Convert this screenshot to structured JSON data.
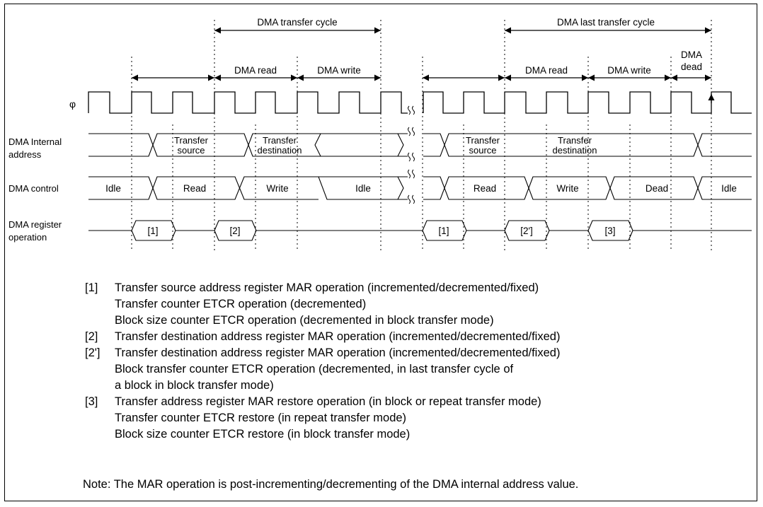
{
  "ranges": {
    "dma_transfer_cycle": "DMA transfer cycle",
    "dma_last_transfer_cycle": "DMA last transfer cycle",
    "dma_read": "DMA read",
    "dma_write": "DMA write",
    "dma_read_2": "DMA read",
    "dma_write_2": "DMA write",
    "dma_dead_line1": "DMA",
    "dma_dead_line2": "dead"
  },
  "signals": {
    "clock": "φ",
    "internal_address_line1": "DMA Internal",
    "internal_address_line2": "address",
    "control": "DMA control",
    "register_line1": "DMA register",
    "register_line2": "operation"
  },
  "address_segments": {
    "src1_line1": "Transfer",
    "src1_line2": "source",
    "dst1_line1": "Transfer",
    "dst1_line2": "destination",
    "src2_line1": "Transfer",
    "src2_line2": "source",
    "dst2_line1": "Transfer",
    "dst2_line2": "destination"
  },
  "control_states": {
    "s1": "Idle",
    "s2": "Read",
    "s3": "Write",
    "s4": "Idle",
    "s5": "Read",
    "s6": "Write",
    "s7": "Dead",
    "s8": "Idle"
  },
  "register_ops": {
    "op1": "[1]",
    "op2": "[2]",
    "op3": "[1]",
    "op4": "[2']",
    "op5": "[3]"
  },
  "notes": [
    {
      "tag": "[1]",
      "lines": [
        "Transfer source address register MAR operation (incremented/decremented/fixed)",
        "Transfer counter ETCR operation (decremented)",
        "Block size counter ETCR operation (decremented in block transfer mode)"
      ]
    },
    {
      "tag": "[2]",
      "lines": [
        "Transfer destination address register MAR operation (incremented/decremented/fixed)"
      ]
    },
    {
      "tag": "[2']",
      "lines": [
        "Transfer destination address register MAR operation (incremented/decremented/fixed)",
        "Block transfer counter ETCR operation (decremented, in last transfer cycle of",
        "a block in block transfer mode)"
      ]
    },
    {
      "tag": "[3]",
      "lines": [
        "Transfer address register MAR restore operation (in block or repeat transfer mode)",
        "Transfer counter ETCR restore (in repeat transfer mode)",
        "Block size counter ETCR restore (in block transfer mode)"
      ]
    }
  ],
  "footnote": "Note:  The MAR operation is post-incrementing/decrementing of the DMA internal address value."
}
